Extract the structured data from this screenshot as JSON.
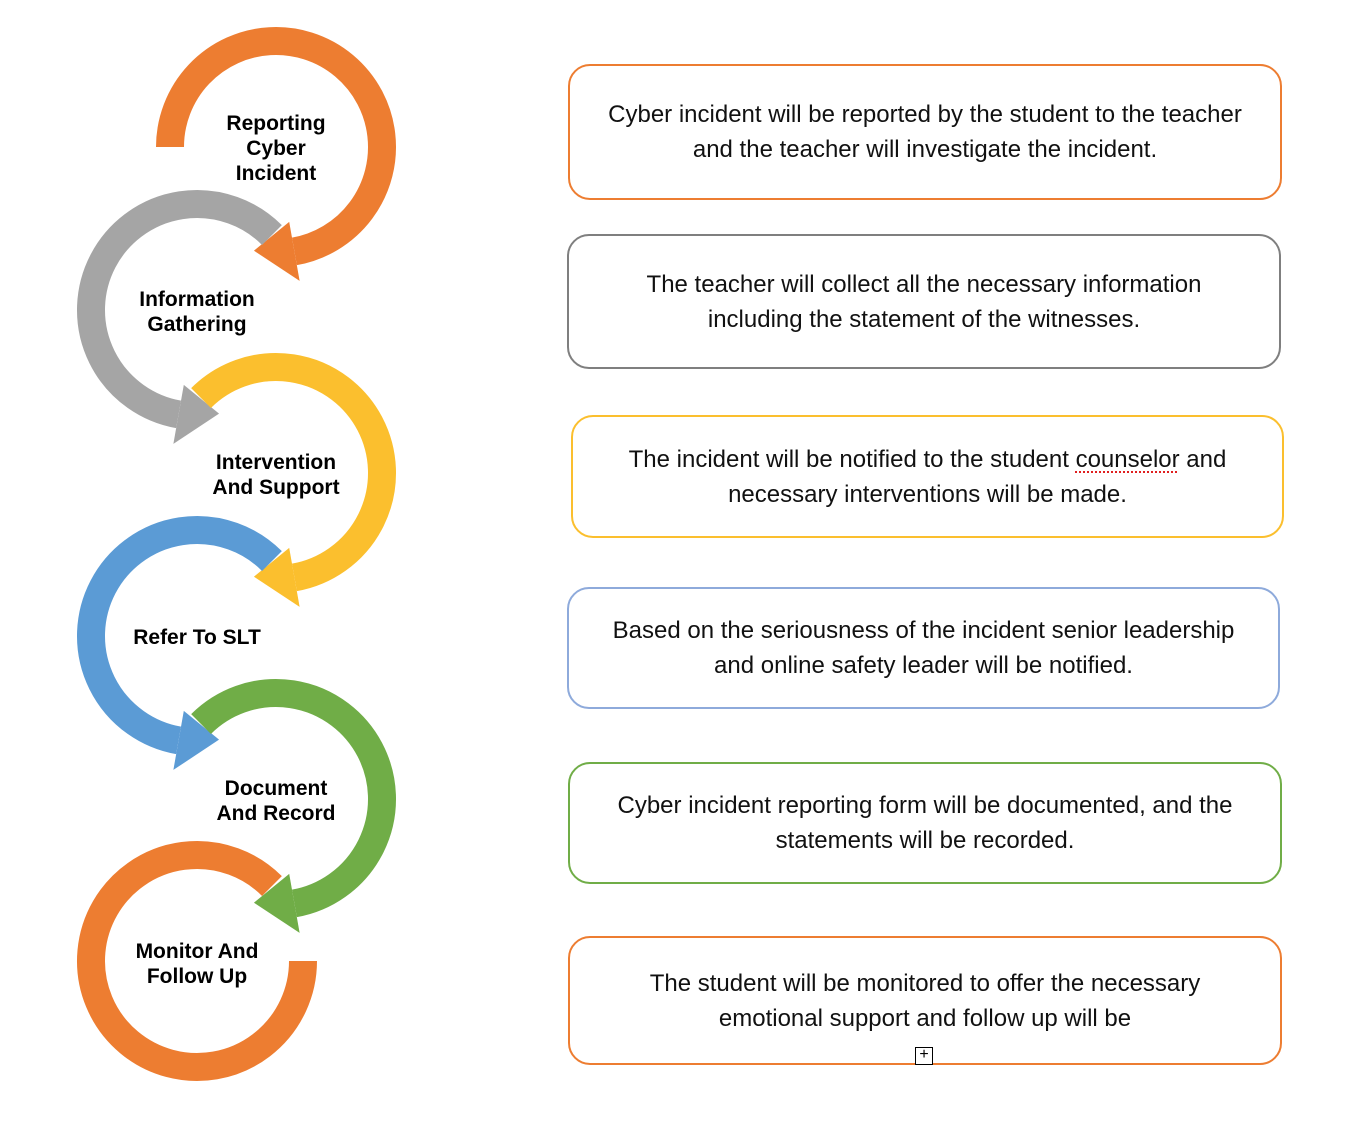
{
  "steps": [
    {
      "label": "Reporting Cyber Incident",
      "label_lines": [
        "Reporting",
        "Cyber",
        "Incident"
      ],
      "color": "#ED7D31",
      "box_border": "#ED7D31",
      "description": "Cyber incident will be reported by the student to the teacher and the teacher will investigate the incident."
    },
    {
      "label": "Information Gathering",
      "label_lines": [
        "Information",
        "Gathering"
      ],
      "color": "#A5A5A5",
      "box_border": "#7F7F7F",
      "description": "The teacher will collect all the necessary information including the statement of the witnesses."
    },
    {
      "label": "Intervention And Support",
      "label_lines": [
        "Intervention",
        "And Support"
      ],
      "color": "#FBBF2E",
      "box_border": "#FBBF2E",
      "description_pre": "The incident will be notified to the student ",
      "description_flagged": "counselor",
      "description_post": " and necessary interventions will be made."
    },
    {
      "label": "Refer To SLT",
      "label_lines": [
        "Refer To SLT"
      ],
      "color": "#5B9BD5",
      "box_border": "#8EAADB",
      "description": "Based on the seriousness of the incident senior leadership and online safety leader will be notified."
    },
    {
      "label": "Document And Record",
      "label_lines": [
        "Document",
        "And Record"
      ],
      "color": "#70AD47",
      "box_border": "#70AD47",
      "description": "Cyber incident reporting form will be documented, and the statements will be recorded."
    },
    {
      "label": "Monitor And Follow Up",
      "label_lines": [
        "Monitor And",
        "Follow Up"
      ],
      "color": "#ED7D31",
      "box_border": "#ED7D31",
      "description": "The student will be monitored to offer the necessary emotional support and follow up will be"
    }
  ],
  "expand_icon": "plus-box-icon"
}
